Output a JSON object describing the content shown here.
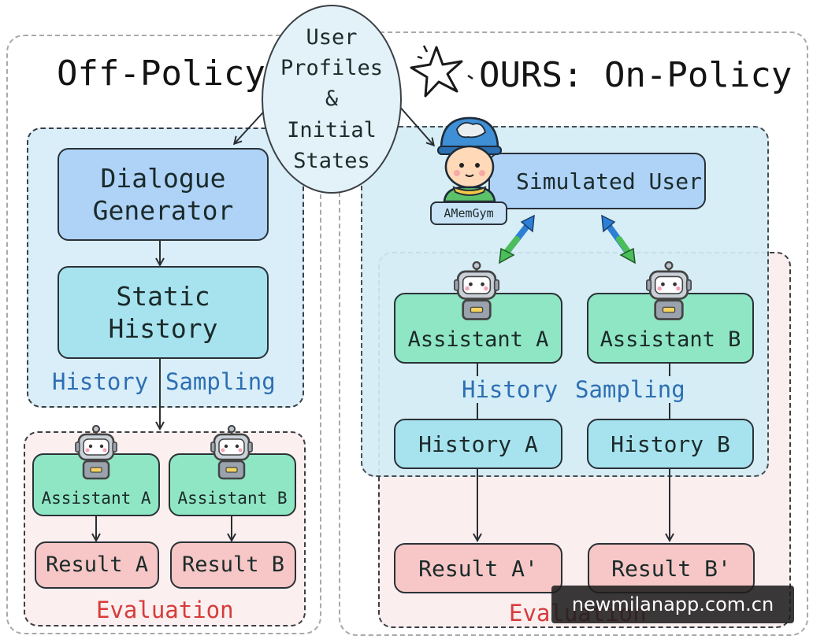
{
  "center": {
    "line1": "User",
    "line2": "Profiles",
    "line3": "&",
    "line4": "Initial",
    "line5": "States"
  },
  "left": {
    "title": "Off-Policy",
    "dialogue_line1": "Dialogue",
    "dialogue_line2": "Generator",
    "static_line1": "Static",
    "static_line2": "History",
    "history_word": "History",
    "sampling_word": "Sampling",
    "assistant_a": "Assistant A",
    "assistant_b": "Assistant B",
    "result_a": "Result A",
    "result_b": "Result B",
    "evaluation": "Evaluation"
  },
  "right": {
    "title": "OURS: On-Policy",
    "simulated_user": "Simulated User",
    "badge": "AMemGym",
    "assistant_a": "Assistant A",
    "assistant_b": "Assistant B",
    "history_word": "History",
    "sampling_word": "Sampling",
    "history_a": "History A",
    "history_b": "History B",
    "result_a": "Result A'",
    "result_b": "Result B'",
    "evaluation": "Evaluation"
  },
  "watermark": "newmilanapp.com.cn",
  "colors": {
    "blue_box": "#aed3f7",
    "teal_box": "#a7e3ee",
    "green_box": "#8fe6c4",
    "red_box": "#f6c7c6",
    "sampling_text": "#2d6fb3",
    "evaluation_text": "#d63b3b"
  }
}
